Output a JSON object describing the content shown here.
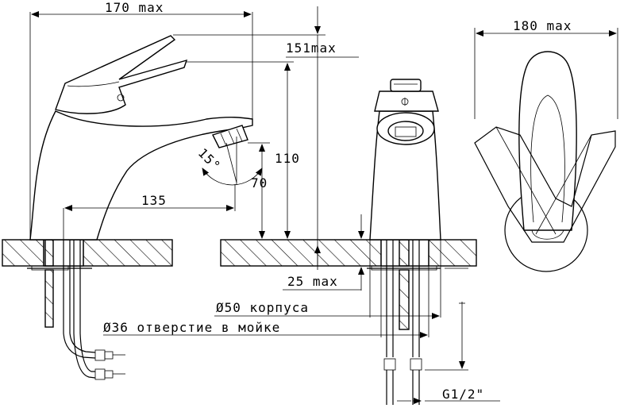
{
  "labels": {
    "width_max": "170 max",
    "height_max": "151max",
    "spout_height": "110",
    "angle": "15°",
    "outlet_height": "70",
    "spout_reach": "135",
    "top_width_max": "180 max",
    "deck_thickness_max": "25 max",
    "body_diameter": "Ø50 корпуса",
    "hole_diameter": "Ø36 отверстие в мойке",
    "thread": "G1/2\""
  }
}
